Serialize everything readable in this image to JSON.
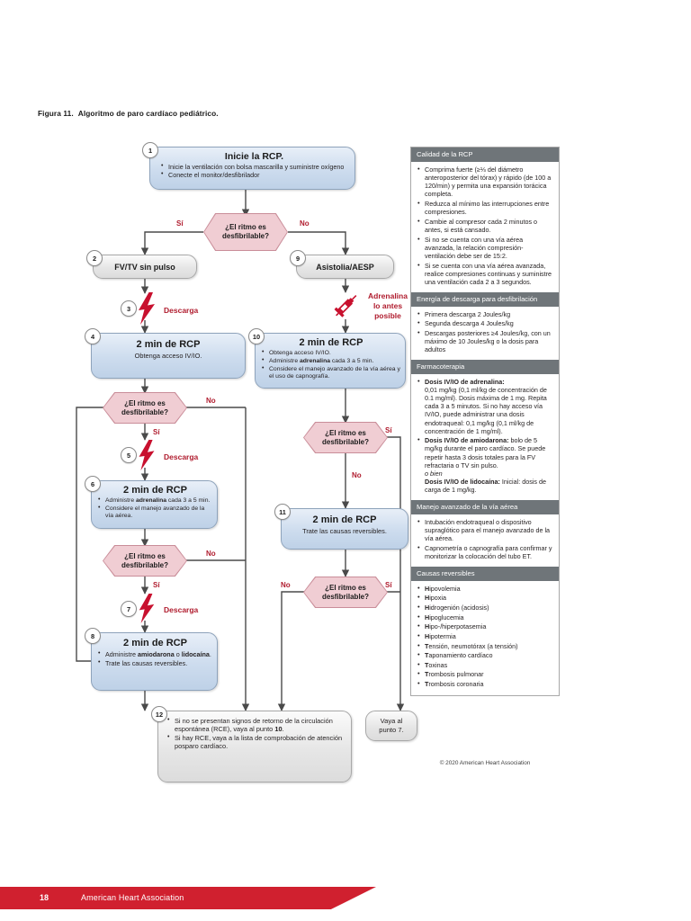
{
  "caption": {
    "number": "Figura 11.",
    "text": "Algoritmo de paro cardíaco pediátrico."
  },
  "footer": {
    "page": "18",
    "org": "American Heart Association"
  },
  "copyright": "© 2020 American Heart Association",
  "labels": {
    "si": "Sí",
    "no": "No",
    "descarga": "Descarga",
    "adrenalina_asap": "Adrenalina\nlo antes\nposible"
  },
  "nodes": {
    "n1": {
      "num": "1",
      "title": "Inicie la RCP.",
      "bullets": [
        "Inicie la ventilación con bolsa mascarilla y suministre oxígeno",
        "Conecte el monitor/desfibrilador"
      ]
    },
    "d1": {
      "text": "¿El ritmo es desfibrilable?"
    },
    "n2": {
      "num": "2",
      "title": "FV/TV sin pulso"
    },
    "n3": {
      "num": "3",
      "label": "Descarga"
    },
    "n4": {
      "num": "4",
      "title": "2 min de RCP",
      "sub": "Obtenga acceso IV/IO."
    },
    "d2": {
      "text": "¿El ritmo es desfibrilable?"
    },
    "n5": {
      "num": "5",
      "label": "Descarga"
    },
    "n6": {
      "num": "6",
      "title": "2 min de RCP",
      "bullets": [
        "Administre adrenalina cada 3 a 5 min.",
        "Considere el manejo avanzado de la vía aérea."
      ],
      "bold_terms": [
        "adrenalina"
      ]
    },
    "d3": {
      "text": "¿El ritmo es desfibrilable?"
    },
    "n7": {
      "num": "7",
      "label": "Descarga"
    },
    "n8": {
      "num": "8",
      "title": "2 min de RCP",
      "bullets": [
        "Administre amiodarona o lidocaína.",
        "Trate las causas reversibles."
      ],
      "bold_terms": [
        "amiodarona",
        "lidocaína"
      ]
    },
    "n9": {
      "num": "9",
      "title": "Asistolia/AESP"
    },
    "n10": {
      "num": "10",
      "title": "2 min de RCP",
      "bullets": [
        "Obtenga acceso IV/IO.",
        "Administre adrenalina cada 3 a 5 min.",
        "Considere el manejo avanzado de la vía aérea y el uso de capnografía."
      ],
      "bold_terms": [
        "adrenalina"
      ]
    },
    "d4": {
      "text": "¿El ritmo es desfibrilable?"
    },
    "n11": {
      "num": "11",
      "title": "2 min de RCP",
      "sub": "Trate las causas reversibles."
    },
    "d5": {
      "text": "¿El ritmo es desfibrilable?"
    },
    "n12": {
      "num": "12",
      "bullets": [
        "Si no se presentan signos de retorno de la circulación espontánea (RCE), vaya al punto 10.",
        "Si hay RCE, vaya a la lista de comprobación de atención posparo cardíaco."
      ]
    },
    "goto7": {
      "line1": "Vaya al",
      "line2": "punto 7."
    }
  },
  "panels": [
    {
      "id": "calidad-rcp",
      "header": "Calidad de la RCP",
      "items": [
        "Comprima fuerte (≥⅓ del diámetro anteroposterior del tórax) y rápido (de 100 a 120/min) y permita una expansión torácica completa.",
        "Reduzca al mínimo las interrupciones entre compresiones.",
        "Cambie al compresor cada 2 minutos o antes, si está cansado.",
        "Si no se cuenta con una vía aérea avanzada, la relación compresión-ventilación debe ser de 15:2.",
        "Si se cuenta con una vía aérea avanzada, realice compresiones continuas y suministre una ventilación cada 2 a 3 segundos."
      ]
    },
    {
      "id": "energia-descarga",
      "header": "Energía de descarga para desfibrilación",
      "items": [
        "Primera descarga 2 Joules/kg",
        "Segunda descarga 4 Joules/kg",
        "Descargas posteriores ≥4 Joules/kg, con un máximo de 10 Joules/kg o la dosis para adultos"
      ]
    },
    {
      "id": "farmacoterapia",
      "header": "Farmacoterapia",
      "items": [
        "Dosis IV/IO de adrenalina: 0,01 mg/kg (0,1 ml/kg de concentración de 0.1 mg/ml). Dosis máxima de 1 mg. Repita cada 3 a 5 minutos. Si no hay acceso vía IV/IO, puede administrar una dosis endotraqueal: 0,1 mg/kg (0,1 ml/kg de concentración de 1 mg/ml).",
        "Dosis IV/IO de amiodarona: bolo de 5 mg/kg durante el paro cardíaco. Se puede repetir hasta 3 dosis totales para la FV refractaria o TV sin pulso. o bien Dosis IV/IO de lidocaína: Inicial: dosis de carga de 1 mg/kg."
      ]
    },
    {
      "id": "manejo-via-aerea",
      "header": "Manejo avanzado de la vía aérea",
      "items": [
        "Intubación endotraqueal o dispositivo supraglótico para el manejo avanzado de la vía aérea.",
        "Capnometría o capnografía para confirmar y monitorizar la colocación del tubo ET."
      ]
    },
    {
      "id": "causas-reversibles",
      "header": "Causas reversibles",
      "items": [
        "Hipovolemia",
        "Hipoxia",
        "Hidrogenión (acidosis)",
        "Hipoglucemia",
        "Hipo-/hiperpotasemia",
        "Hipotermia",
        "Tensión, neumotórax (a tensión)",
        "Taponamiento cardíaco",
        "Toxinas",
        "Trombosis pulmonar",
        "Trombosis coronaria"
      ]
    }
  ],
  "colors": {
    "accent_red": "#b01c2e",
    "brand_red": "#d0202f",
    "panel_header": "#6f7579",
    "blue_box": "#cddcee",
    "hex_pink": "#f0cdd3"
  }
}
